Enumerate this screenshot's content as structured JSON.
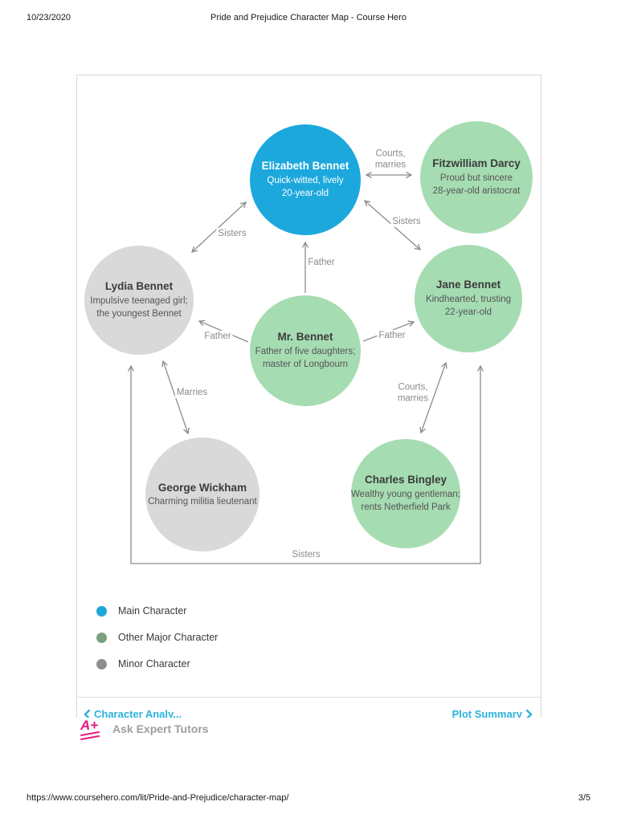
{
  "header": {
    "date": "10/23/2020",
    "title": "Pride and Prejudice Character Map - Course Hero"
  },
  "footer": {
    "url": "https://www.coursehero.com/lit/Pride-and-Prejudice/character-map/",
    "page_number": "3/5"
  },
  "colors": {
    "main-node": "#1CA8DC",
    "major-node": "#A6DCB2",
    "minor-node": "#D9D9D9",
    "legend-main": "#1BA7DB",
    "legend-major": "#79A17F",
    "legend-minor": "#8D8D8D",
    "arrow-line": "#8C8C8C",
    "link": "#2BB3DC",
    "brand-pink": "#E5197E"
  },
  "characters": [
    {
      "name": "Elizabeth Bennet",
      "desc1": "Quick-witted, lively",
      "desc2": "20-year-old",
      "type": "main"
    },
    {
      "name": "Fitzwilliam Darcy",
      "desc1": "Proud but sincere",
      "desc2": "28-year-old aristocrat",
      "type": "major"
    },
    {
      "name": "Lydia Bennet",
      "desc1": "Impulsive teenaged girl;",
      "desc2": "the youngest Bennet",
      "type": "minor"
    },
    {
      "name": "Mr. Bennet",
      "desc1": "Father of five daughters;",
      "desc2": "master of Longbourn",
      "type": "major"
    },
    {
      "name": "Jane Bennet",
      "desc1": "Kindhearted, trusting",
      "desc2": "22-year-old",
      "type": "major"
    },
    {
      "name": "George Wickham",
      "desc1": "Charming militia lieutenant",
      "type": "minor"
    },
    {
      "name": "Charles Bingley",
      "desc1": "Wealthy young gentleman;",
      "desc2": "rents Netherfield Park",
      "type": "major"
    }
  ],
  "relationships": [
    {
      "from": "Elizabeth Bennet",
      "to": "Fitzwilliam Darcy",
      "label": "Courts,\nmarries"
    },
    {
      "from": "Elizabeth Bennet",
      "to": "Lydia Bennet",
      "label": "Sisters"
    },
    {
      "from": "Elizabeth Bennet",
      "to": "Jane Bennet",
      "label": "Sisters"
    },
    {
      "from": "Mr. Bennet",
      "to": "Elizabeth Bennet",
      "label": "Father"
    },
    {
      "from": "Mr. Bennet",
      "to": "Lydia Bennet",
      "label": "Father"
    },
    {
      "from": "Mr. Bennet",
      "to": "Jane Bennet",
      "label": "Father"
    },
    {
      "from": "Lydia Bennet",
      "to": "George Wickham",
      "label": "Marries"
    },
    {
      "from": "Jane Bennet",
      "to": "Charles Bingley",
      "label": "Courts,\nmarries"
    },
    {
      "from": "Lydia Bennet",
      "to": "Jane Bennet",
      "label": "Sisters"
    }
  ],
  "legend": {
    "items": [
      {
        "label": "Main Character",
        "type": "main"
      },
      {
        "label": "Other Major Character",
        "type": "major"
      },
      {
        "label": "Minor Character",
        "type": "minor"
      }
    ]
  },
  "pagination": {
    "prev_label": "Character Analy...",
    "next_label": "Plot Summary"
  },
  "tutors": {
    "logo_text": "A+",
    "label": "Ask Expert Tutors"
  }
}
